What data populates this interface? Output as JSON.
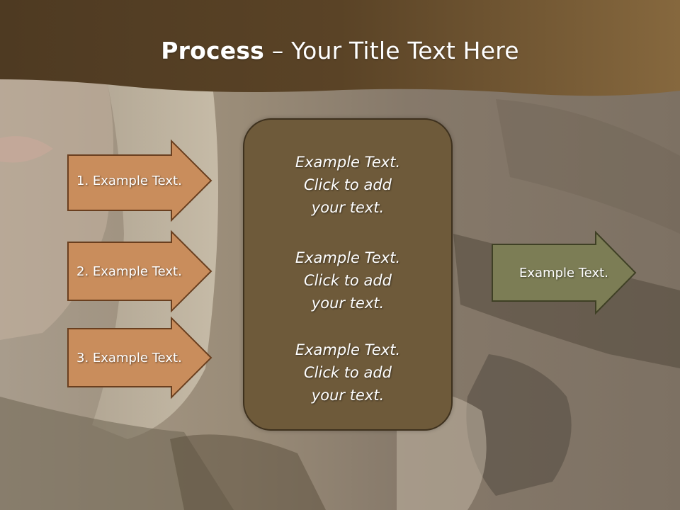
{
  "title": {
    "bold": "Process",
    "rest": " – Your Title Text Here"
  },
  "left_arrows": [
    {
      "label": "1. Example Text."
    },
    {
      "label": "2. Example Text."
    },
    {
      "label": "3. Example Text."
    }
  ],
  "center_box": {
    "paragraphs": [
      {
        "line1": "Example Text.",
        "line2": "Click  to add",
        "line3": "your text."
      },
      {
        "line1": "Example Text.",
        "line2": "Click  to add",
        "line3": "your text."
      },
      {
        "line1": "Example Text.",
        "line2": "Click  to add",
        "line3": "your text."
      }
    ]
  },
  "right_arrow": {
    "label": "Example Text."
  },
  "colors": {
    "header_band": "#5a4326",
    "left_arrow_fill": "#c98d5c",
    "left_arrow_stroke": "#6a3f1f",
    "center_box_fill": "#6e5a3a",
    "right_arrow_fill": "#7c7d55",
    "right_arrow_stroke": "#3f4025"
  }
}
